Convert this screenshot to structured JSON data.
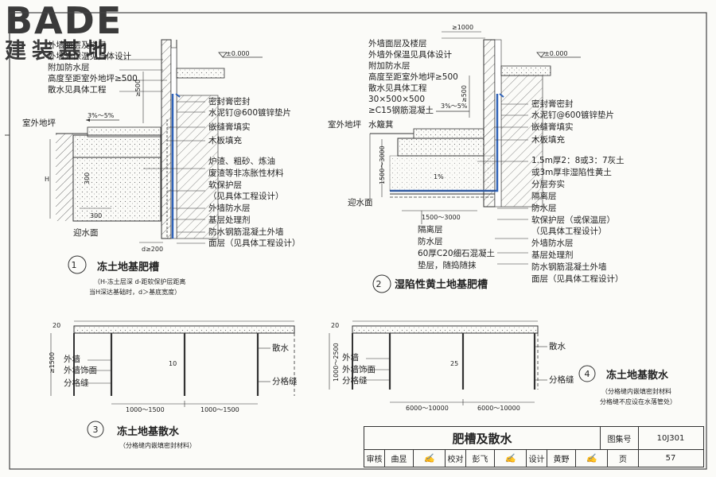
{
  "logo": {
    "brand": "BADE",
    "brand_cn": "建装基地"
  },
  "detail1": {
    "number": "1",
    "title": "冻土地基肥槽",
    "note_line1": "（H-冻土层深  d-距软保护层距离",
    "note_line2": "当H深达基础时，d＞基底宽度）",
    "level": "±0.000",
    "ground": "室外地坪",
    "slope": "3%～5%",
    "dim_500": "≥500",
    "dim_300_v": "300",
    "dim_300_h": "300",
    "dim_H": "H",
    "dim_d": "d≥200",
    "water_face": "迎水面",
    "labels_left": [
      "外墙面层及楼层",
      "外墙外保温见具体设计",
      "附加防水层",
      "高度至距室外地坪≥500",
      "散水见具体工程"
    ],
    "labels_right": [
      "密封膏密封",
      "水泥钉@600镀锌垫片",
      "嵌缝膏填实",
      "木板填充",
      "炉渣、粗砂、炼油",
      "废渣等非冻胀性材料",
      "软保护层",
      "（见具体工程设计）",
      "外墙防水层",
      "基层处理剂",
      "防水钢筋混凝土外墙",
      "面层（见具体工程设计）"
    ]
  },
  "detail2": {
    "number": "2",
    "title": "湿陷性黄土地基肥槽",
    "level": "±0.000",
    "ground": "室外地坪",
    "slope": "3%～5%",
    "dim_1000": "≥1000",
    "dim_500": "≥500",
    "dim_1500_3000_v": "1500～3000",
    "dim_1500_3000_h": "1500～3000",
    "slope_1pct": "1%",
    "water_face": "迎水面",
    "labels_left": [
      "外墙面层及楼层",
      "外墙外保温见具体设计",
      "附加防水层",
      "高度至距室外地坪≥500",
      "散水见具体工程",
      "30×500×500",
      "≥C15钢筋混凝土",
      "水簸萁"
    ],
    "labels_bottom": [
      "隔离层",
      "防水层",
      "60厚C20细石混凝土",
      "垫层，随捣随抹"
    ],
    "labels_right": [
      "密封膏密封",
      "水泥钉@600镀锌垫片",
      "嵌缝膏填实",
      "木板填充",
      "1.5m厚2：8或3：7灰土",
      "或3m厚非湿陷性黄土",
      "分层夯实",
      "隔离层",
      "防水层",
      "软保护层（或保温层）",
      "（见具体工程设计）",
      "外墙防水层",
      "基层处理剂",
      "防水钢筋混凝土外墙",
      "面层（见具体工程设计）"
    ]
  },
  "detail3": {
    "number": "3",
    "title": "冻土地基散水",
    "note": "（分格缝内嵌填密封材料）",
    "dim_20": "20",
    "dim_v": "≥1500",
    "mid": "10",
    "label_wall": "外墙",
    "label_finish": "外墙饰面",
    "label_joint": "分格缝",
    "label_apron": "散水",
    "span1": "1000～1500",
    "span2": "1000～1500"
  },
  "detail4": {
    "number": "4",
    "title": "冻土地基散水",
    "note_line1": "（分格缝内嵌填密封材料",
    "note_line2": "分格缝不应设在水落管处）",
    "dim_20": "20",
    "dim_v": "1000～2500",
    "mid": "25",
    "label_wall": "外墙",
    "label_finish": "外墙饰面",
    "label_joint": "分格缝",
    "label_apron": "散水",
    "span1": "6000～10000",
    "span2": "6000～10000"
  },
  "titleblock": {
    "name": "肥槽及散水",
    "atlas_label": "图集号",
    "atlas_no": "10J301",
    "review_label": "审核",
    "reviewer": "曲昱",
    "check_label": "校对",
    "checker": "彭飞",
    "design_label": "设计",
    "designer": "黄野",
    "page_label": "页",
    "page_no": "57"
  }
}
